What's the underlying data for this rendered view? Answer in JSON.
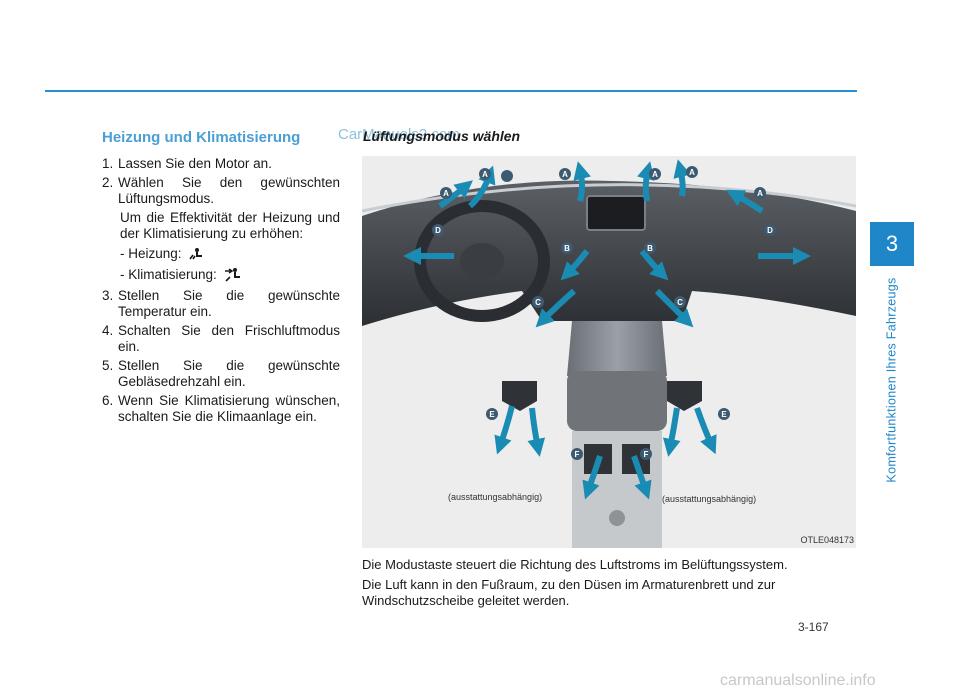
{
  "sidebar": {
    "chapter_number": "3",
    "chapter_title": "Komfortfunktionen Ihres Fahrzeugs"
  },
  "watermark": "CarManuals2.com",
  "left": {
    "heading": "Heizung und Klimatisierung",
    "steps": [
      {
        "num": "1.",
        "text": "Lassen Sie den Motor an."
      },
      {
        "num": "2.",
        "text": "Wählen Sie den gewünschten Lüftungsmodus."
      },
      {
        "num": "3.",
        "text": "Stellen Sie die gewünschte Temperatur ein."
      },
      {
        "num": "4.",
        "text": "Schalten Sie den Frischluftmodus ein."
      },
      {
        "num": "5.",
        "text": "Stellen Sie die gewünschte Gebläsedrehzahl ein."
      },
      {
        "num": "6.",
        "text": "Wenn Sie Klimatisierung wünschen, schalten Sie die Klimaanlage ein."
      }
    ],
    "note": "Um die Effektivität der Heizung und der Klimatisierung zu erhöhen:",
    "mode_heating": "- Heizung:",
    "mode_cooling": "- Klimatisierung:"
  },
  "right": {
    "heading": "Lüftungsmodus wählen",
    "figure_code": "OTLE048173",
    "optional_left": "(ausstattungsabhängig)",
    "optional_right": "(ausstattungsabhängig)",
    "paragraph1": "Die Modustaste steuert die Richtung des Luftstroms im Belüftungssystem.",
    "paragraph2": "Die Luft kann in den Fußraum, zu den Düsen im Armaturenbrett und zur Windschutzscheibe geleitet werden."
  },
  "page_number": "3-167",
  "footer": "carmanualsonline.info",
  "colors": {
    "accent": "#1f86c8",
    "heading": "#4a9fd5",
    "arrow": "#1a8cb4",
    "label": "#3d5a70"
  },
  "figure_labels": [
    "A",
    "A",
    "A",
    "A",
    "A",
    "A",
    "B",
    "B",
    "C",
    "C",
    "D",
    "D",
    "E",
    "E",
    "F",
    "F"
  ],
  "icons": {
    "heating": "floor-heat-icon",
    "cooling": "face-floor-vent-icon"
  }
}
